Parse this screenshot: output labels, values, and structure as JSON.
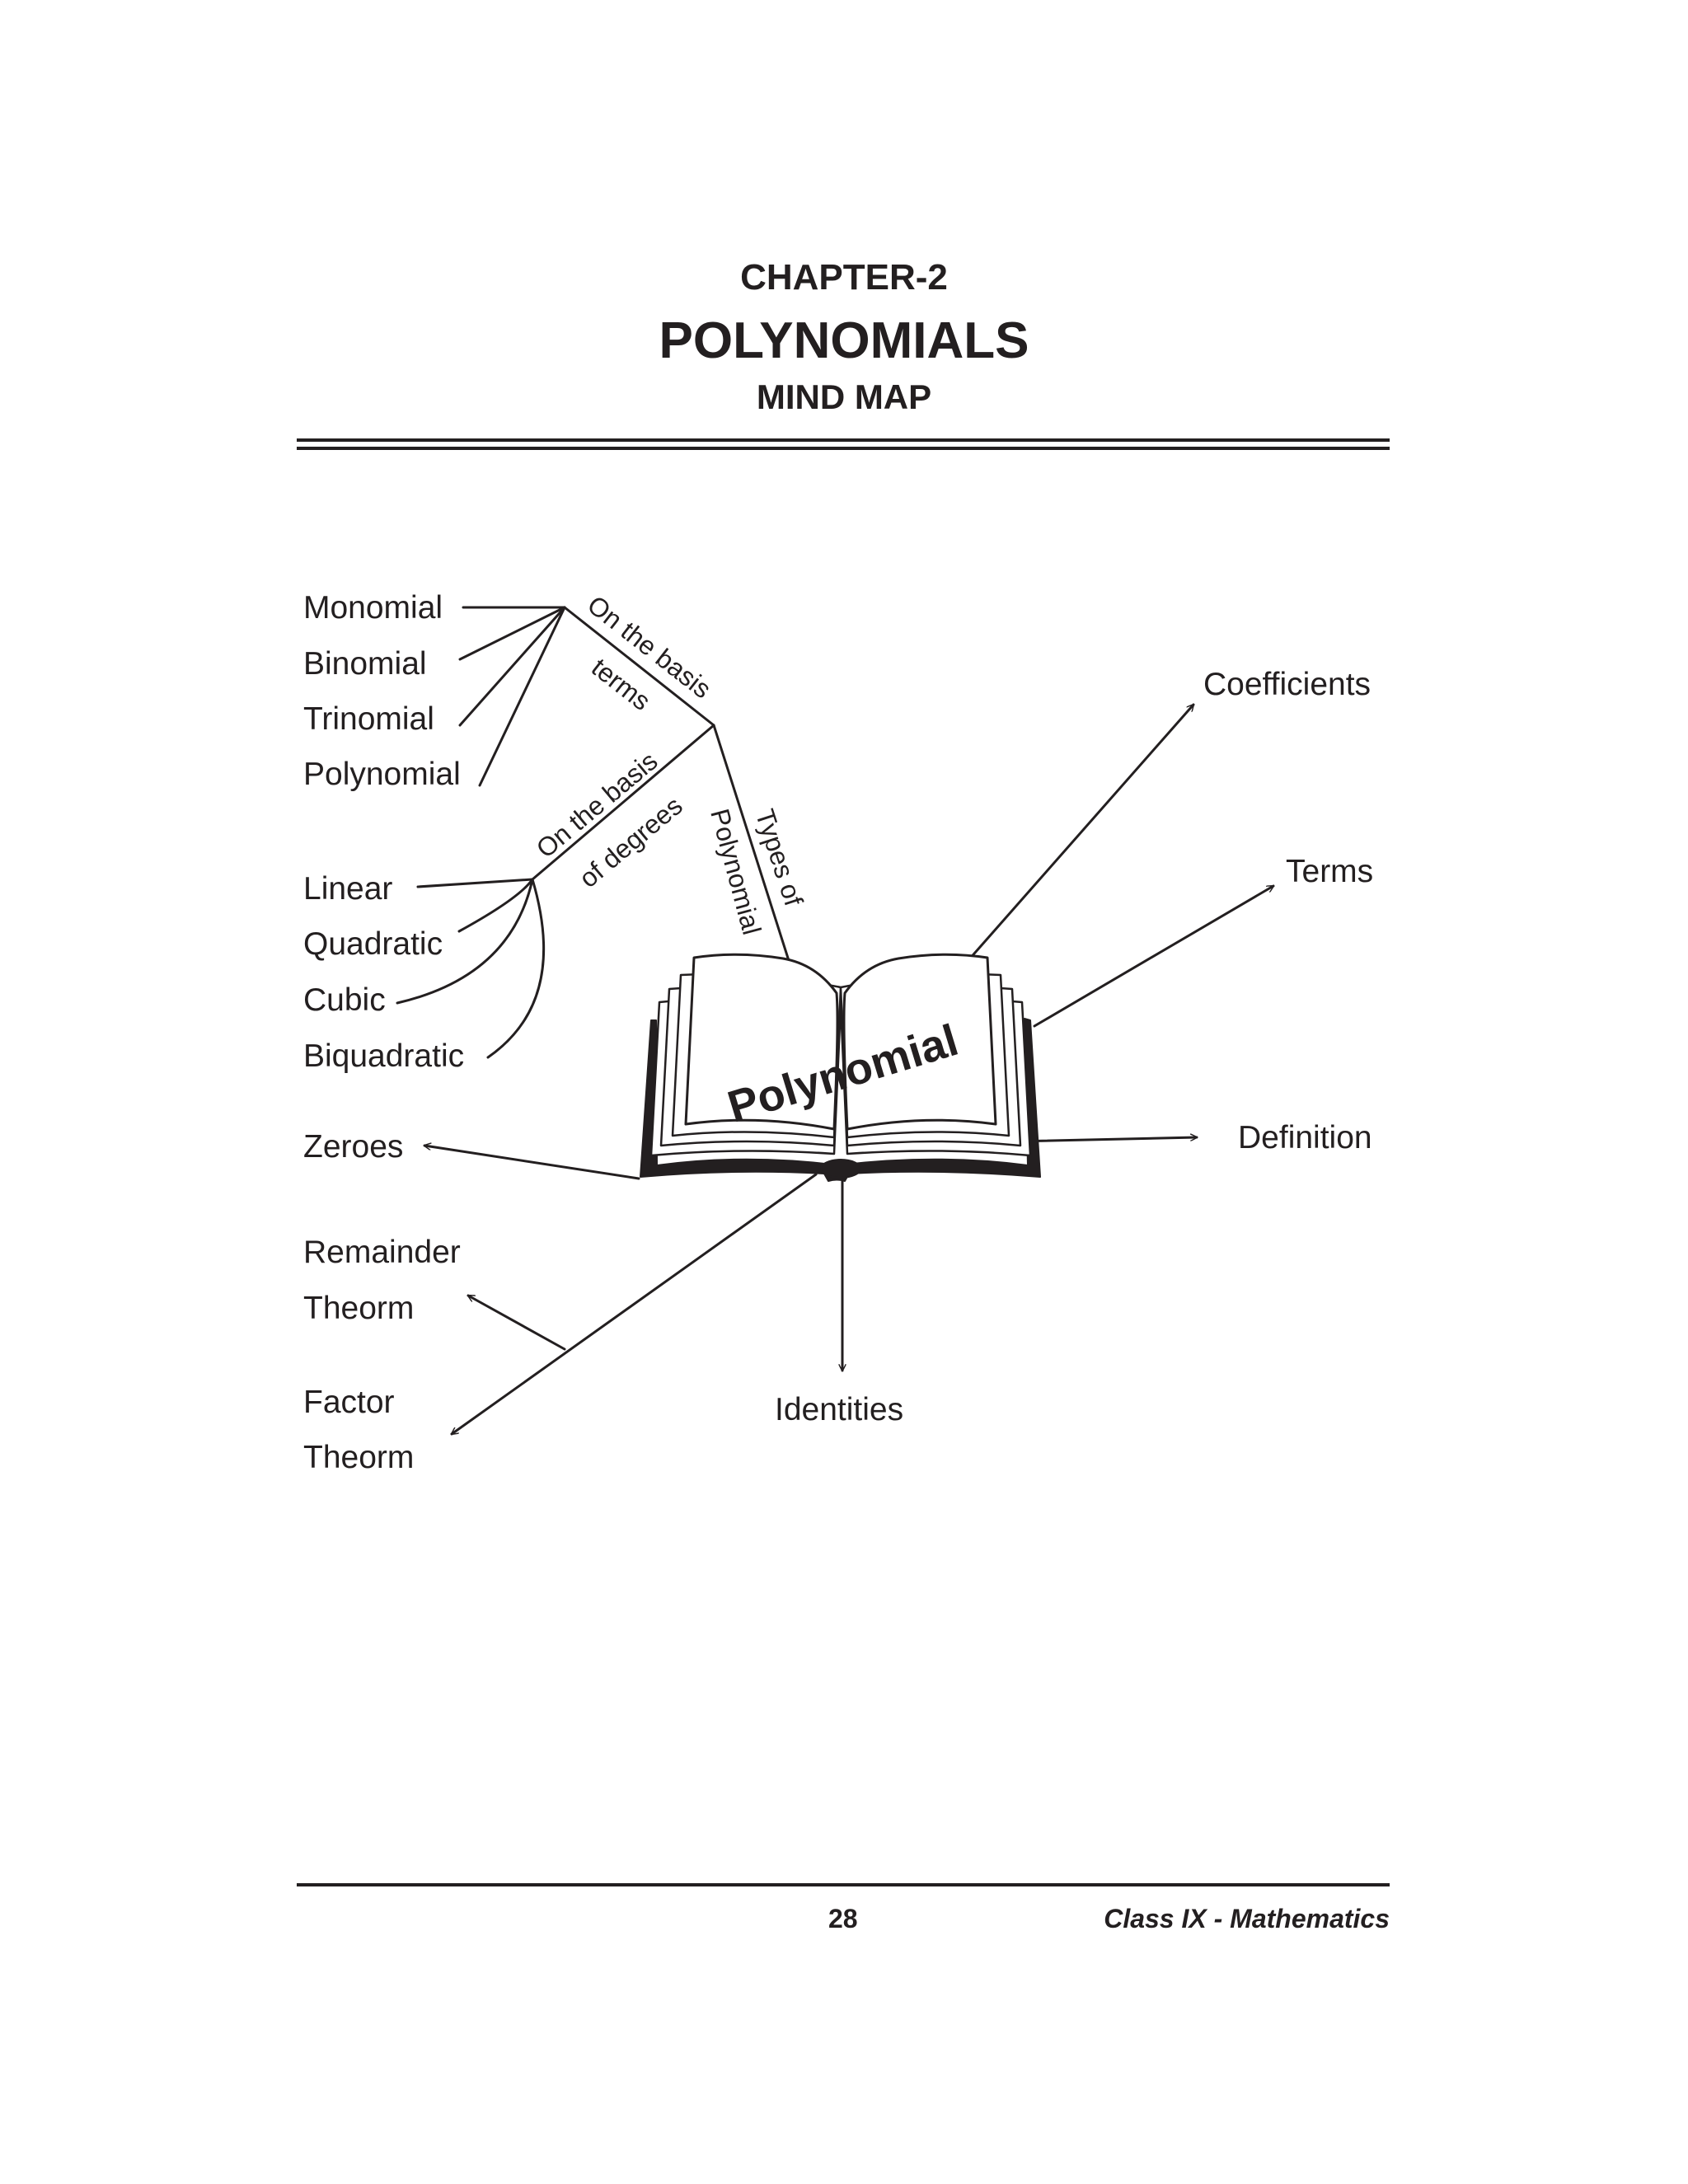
{
  "header": {
    "chapter": "CHAPTER-2",
    "title": "POLYNOMIALS",
    "subtitle": "MIND MAP"
  },
  "mindmap": {
    "center": "Polynomial",
    "types_branch": {
      "line1": "Types of",
      "line2": "Polynomial"
    },
    "terms_branch": {
      "line1": "On the basis",
      "line2": "terms",
      "items": [
        "Monomial",
        "Binomial",
        "Trinomial",
        "Polynomial"
      ]
    },
    "degrees_branch": {
      "line1": "On the basis",
      "line2": "of degrees",
      "items": [
        "Linear",
        "Quadratic",
        "Cubic",
        "Biquadratic"
      ]
    },
    "right": {
      "coefficients": "Coefficients",
      "terms": "Terms",
      "definition": "Definition"
    },
    "left": {
      "zeroes": "Zeroes",
      "remainder_1": "Remainder",
      "remainder_2": "Theorm",
      "factor_1": "Factor",
      "factor_2": "Theorm"
    },
    "bottom": {
      "identities": "Identities"
    }
  },
  "footer": {
    "page_number": "28",
    "class_label": "Class IX - Mathematics"
  }
}
